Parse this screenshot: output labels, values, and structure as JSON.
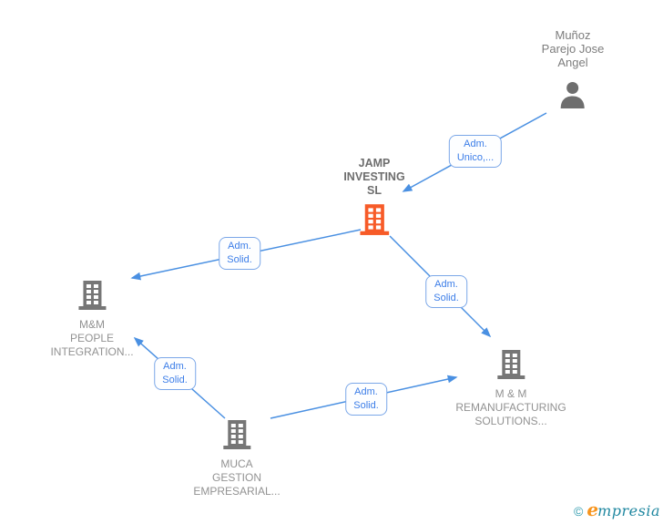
{
  "diagram": {
    "nodes": [
      {
        "id": "munoz-parejo-jose-angel",
        "type": "person",
        "lines": [
          "Muñoz",
          "Parejo Jose",
          "Angel"
        ]
      },
      {
        "id": "jamp-investing-sl",
        "type": "company",
        "emphasis": "highlighted",
        "lines": [
          "JAMP",
          "INVESTING",
          "SL"
        ]
      },
      {
        "id": "mm-people-integration",
        "type": "company",
        "lines": [
          "M&M",
          "PEOPLE",
          "INTEGRATION..."
        ]
      },
      {
        "id": "mm-remanufacturing-solutions",
        "type": "company",
        "lines": [
          "M & M",
          "REMANUFACTURING",
          "SOLUTIONS..."
        ]
      },
      {
        "id": "muca-gestion-empresarial",
        "type": "company",
        "lines": [
          "MUCA",
          "GESTION",
          "EMPRESARIAL..."
        ]
      }
    ],
    "edges": [
      {
        "from": "munoz-parejo-jose-angel",
        "to": "jamp-investing-sl",
        "label": [
          "Adm.",
          "Unico,..."
        ]
      },
      {
        "from": "jamp-investing-sl",
        "to": "mm-people-integration",
        "label": [
          "Adm.",
          "Solid."
        ]
      },
      {
        "from": "jamp-investing-sl",
        "to": "mm-remanufacturing-solutions",
        "label": [
          "Adm.",
          "Solid."
        ]
      },
      {
        "from": "muca-gestion-empresarial",
        "to": "mm-people-integration",
        "label": [
          "Adm.",
          "Solid."
        ]
      },
      {
        "from": "muca-gestion-empresarial",
        "to": "mm-remanufacturing-solutions",
        "label": [
          "Adm.",
          "Solid."
        ]
      }
    ],
    "colors": {
      "company_highlight": "#f75b28",
      "company_default": "#767676",
      "person_icon": "#6e6e6e",
      "edge_line": "#4a90e2",
      "edge_label_text": "#3b7de8",
      "edge_label_border": "#7ba7e8",
      "node_label_text": "#929292"
    }
  },
  "footer": {
    "copyright_symbol": "©",
    "brand_initial": "e",
    "brand_rest": "mpresia"
  }
}
